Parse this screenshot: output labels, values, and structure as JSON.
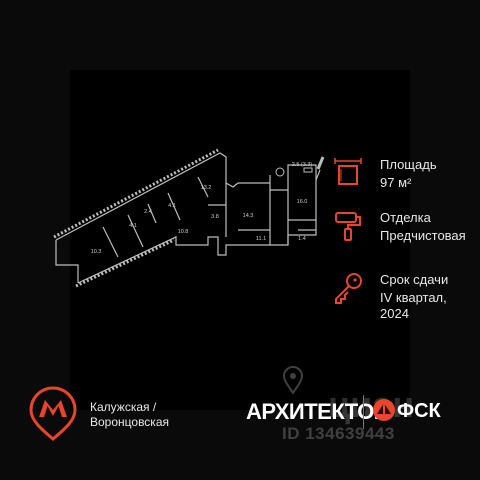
{
  "plan": {
    "rooms": [
      "10.3",
      "4.1",
      "2.4",
      "4.1",
      "13.2",
      "10.8",
      "3.8",
      "14.3",
      "2.5 (3.3)",
      "16.0",
      "11.1",
      "1.4"
    ]
  },
  "info": {
    "area": {
      "label": "Площадь",
      "value": "97 м²",
      "icon": "floor-area-icon"
    },
    "finish": {
      "label": "Отделка",
      "value": "Предчистовая",
      "icon": "paint-roller-icon"
    },
    "deadline": {
      "label": "Срок сдачи",
      "value_line1": "IV квартал,",
      "value_line2": "2024",
      "icon": "key-icon"
    }
  },
  "metro": {
    "line1": "Калужская /",
    "line2": "Воронцовская",
    "icon": "metro-m-icon"
  },
  "brand": {
    "name": "АРХИТЕКТОР",
    "developer": "ФСК"
  },
  "watermark": {
    "text": "ID 134639443",
    "logo": "циан"
  },
  "colors": {
    "accent": "#e8452c",
    "text": "#e8e8e8",
    "background": "#000000",
    "plan_lines": "#bdbdbd"
  }
}
